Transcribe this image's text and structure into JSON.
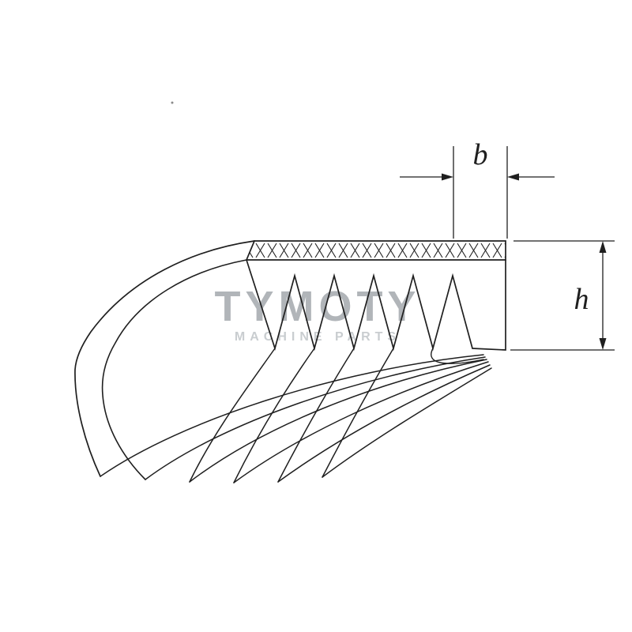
{
  "page": {
    "background": "#ffffff"
  },
  "diagram": {
    "title": "Poly-V ribbed belt technical drawing",
    "type": "technical-line-drawing",
    "dimensions": {
      "width_label": "b",
      "height_label": "h"
    },
    "features": {
      "grooves_front_face": 5,
      "rib_tips_front_face": 6,
      "curved_section_tips": 6,
      "top_surface_pattern": "cross-hatch"
    },
    "colors": {
      "line": "#1f1f1f",
      "watermark_primary": "#b1b5b9",
      "watermark_secondary": "#c9cdd0",
      "background": "#ffffff"
    }
  },
  "watermark": {
    "line1": "TYMOTY",
    "line2": "MACHINE PARTS"
  }
}
